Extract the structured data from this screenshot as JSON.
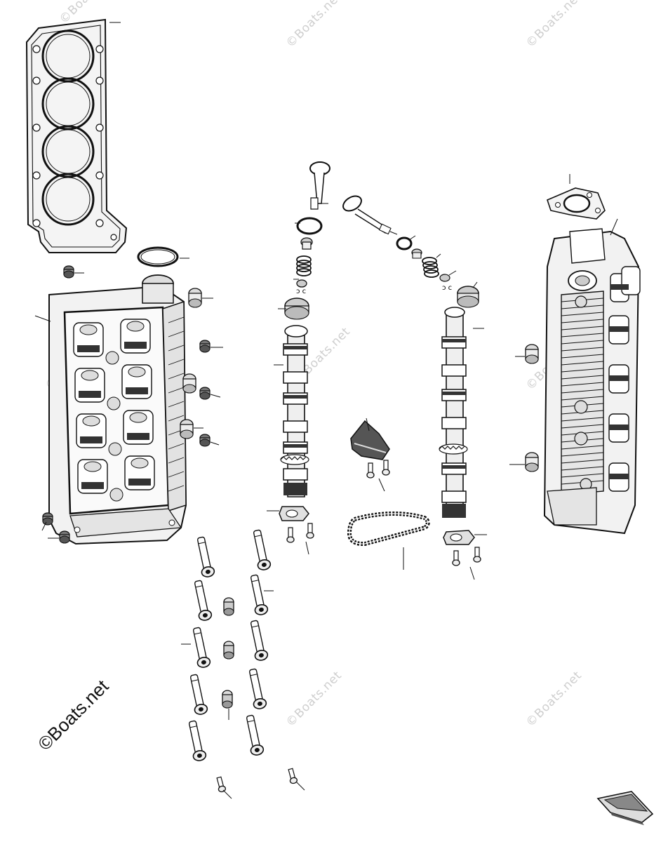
{
  "watermark": {
    "text": "©Boats.net",
    "main_text": "©Boats.net"
  },
  "colors": {
    "line": "#111111",
    "fill_light": "#e6e6e6",
    "fill_mid": "#bdbdbd",
    "watermark": "#cfcfcf"
  },
  "parts": [
    "head-gasket",
    "o-ring",
    "cylinder-head-left",
    "plugs-left",
    "intake-valve",
    "exhaust-valve",
    "valve-springs",
    "camshaft-left",
    "camshaft-right",
    "chain-tensioner",
    "timing-chain",
    "cam-caps",
    "head-bolts",
    "cylinder-head-right",
    "exhaust-gasket-small",
    "boat-icon"
  ]
}
